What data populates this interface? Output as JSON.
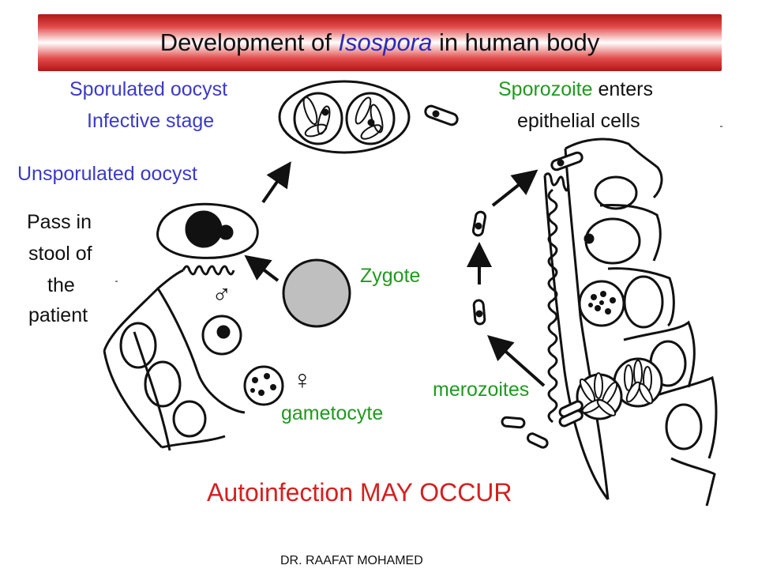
{
  "title": {
    "prefix": "Development of ",
    "genus": "Isospora",
    "suffix": " in human body"
  },
  "labels": {
    "sporulated_oocyst": "Sporulated oocyst",
    "infective_stage": "Infective stage",
    "sporozoite_word": "Sporozoite",
    "enters": " enters",
    "epithelial_cells": "epithelial cells",
    "unsporulated_oocyst": "Unsporulated oocyst",
    "pass_in": "Pass in",
    "stool_of": "stool of",
    "the": "the",
    "patient": "patient",
    "zygote": "Zygote",
    "male_symbol": "♂",
    "female_symbol": "♀",
    "gametocyte": "gametocyte",
    "merozoites": "merozoites",
    "autoinfection": "Autoinfection MAY OCCUR",
    "author": "DR. RAAFAT MOHAMED"
  },
  "colors": {
    "banner_red": "#b01818",
    "genus_blue": "#2b2bb5",
    "label_blue": "#3a3ac8",
    "label_green": "#1f9a1f",
    "autoinfection_red": "#d42020",
    "zygote_gray": "#bfbfbf"
  }
}
